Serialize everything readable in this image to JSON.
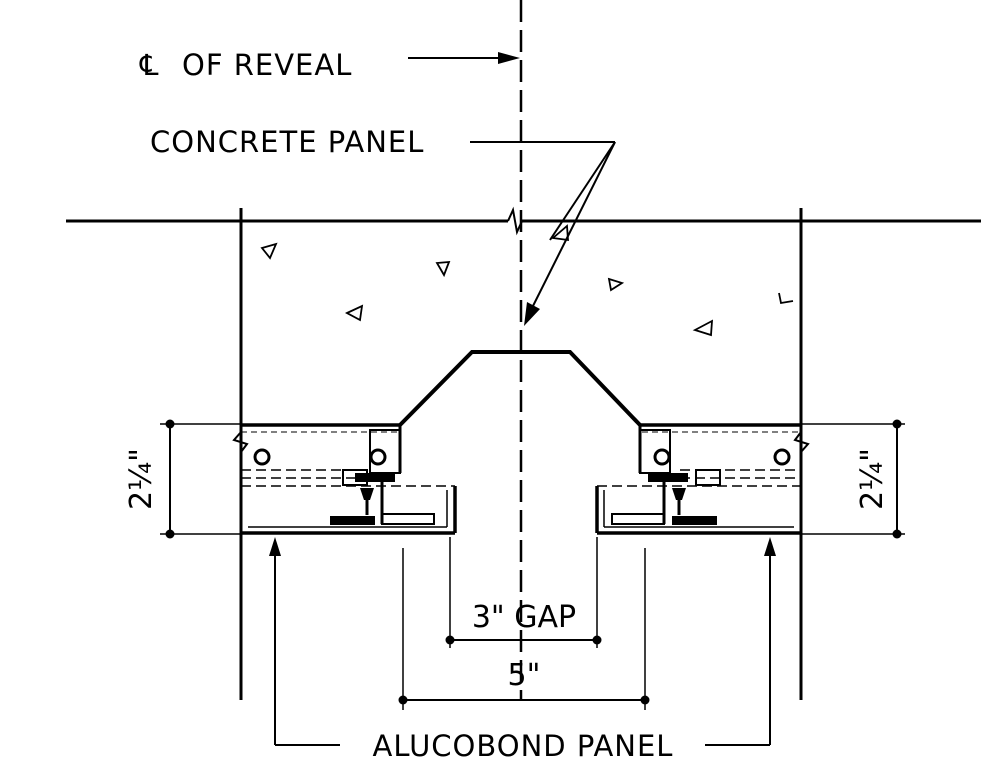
{
  "labels": {
    "centerline_symbol": "℄",
    "centerline": "OF REVEAL",
    "concrete_panel": "CONCRETE PANEL",
    "gap": "3\" GAP",
    "width": "5\"",
    "height_left": "2¼\"",
    "height_right": "2¼\"",
    "alucobond_panel": "ALUCOBOND PANEL"
  }
}
